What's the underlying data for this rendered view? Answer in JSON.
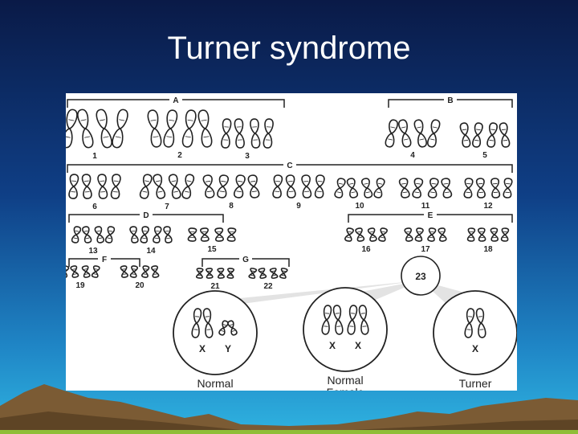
{
  "slide": {
    "title": "Turner syndrome",
    "colors": {
      "sky_top": "#0b1d4d",
      "sky_bottom": "#2aa8d8",
      "ground": "#8a6a3c",
      "panel": "#ffffff",
      "ink": "#222222"
    }
  },
  "karyotype": {
    "groups": [
      "A",
      "B",
      "C",
      "D",
      "E",
      "F",
      "G"
    ],
    "chromosomes": [
      "1",
      "2",
      "3",
      "4",
      "5",
      "6",
      "7",
      "8",
      "9",
      "10",
      "11",
      "12",
      "13",
      "14",
      "15",
      "16",
      "17",
      "18",
      "19",
      "20",
      "21",
      "22"
    ],
    "sex_pair_label": "23",
    "outcomes": [
      {
        "label": "Normal\nMale",
        "chromosomes": [
          "X",
          "Y"
        ]
      },
      {
        "label": "Normal\nFemale",
        "chromosomes": [
          "X",
          "X"
        ]
      },
      {
        "label": "Turner\nSyndrome",
        "chromosomes": [
          "X"
        ]
      }
    ]
  }
}
